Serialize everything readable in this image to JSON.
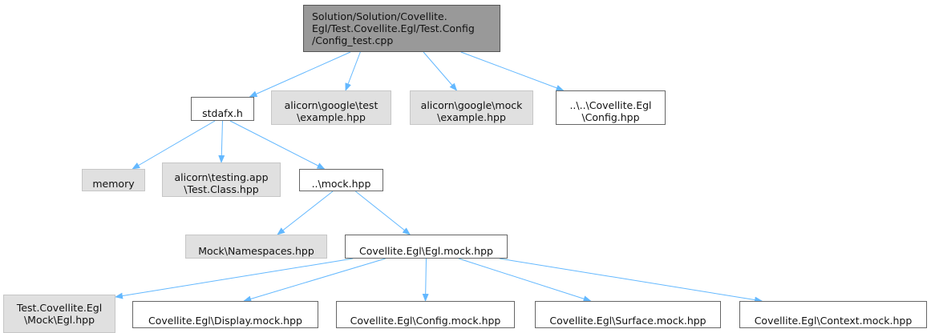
{
  "diagram": {
    "edge_color": "#63b8ff",
    "root": {
      "label": "Solution/Solution/Covellite.\nEgl/Test.Covellite.Egl/Test.Config\n/Config_test.cpp"
    },
    "nodes": {
      "stdafx": "stdafx.h",
      "google_test": "alicorn\\google\\test\n\\example.hpp",
      "google_mock": "alicorn\\google\\mock\n\\example.hpp",
      "config_hpp": "..\\..\\Covellite.Egl\n\\Config.hpp",
      "memory": "memory",
      "testing_app": "alicorn\\testing.app\n\\Test.Class.hpp",
      "mock_hpp": "..\\mock.hpp",
      "namespaces": "Mock\\Namespaces.hpp",
      "egl_mock": "Covellite.Egl\\Egl.mock.hpp",
      "mock_egl": "Test.Covellite.Egl\n\\Mock\\Egl.hpp",
      "display_mock": "Covellite.Egl\\Display.mock.hpp",
      "config_mock": "Covellite.Egl\\Config.mock.hpp",
      "surface_mock": "Covellite.Egl\\Surface.mock.hpp",
      "context_mock": "Covellite.Egl\\Context.mock.hpp"
    },
    "edges": [
      [
        "root",
        "stdafx"
      ],
      [
        "root",
        "google_test"
      ],
      [
        "root",
        "google_mock"
      ],
      [
        "root",
        "config_hpp"
      ],
      [
        "stdafx",
        "memory"
      ],
      [
        "stdafx",
        "testing_app"
      ],
      [
        "stdafx",
        "mock_hpp"
      ],
      [
        "mock_hpp",
        "namespaces"
      ],
      [
        "mock_hpp",
        "egl_mock"
      ],
      [
        "egl_mock",
        "mock_egl"
      ],
      [
        "egl_mock",
        "display_mock"
      ],
      [
        "egl_mock",
        "config_mock"
      ],
      [
        "egl_mock",
        "surface_mock"
      ],
      [
        "egl_mock",
        "context_mock"
      ]
    ]
  }
}
